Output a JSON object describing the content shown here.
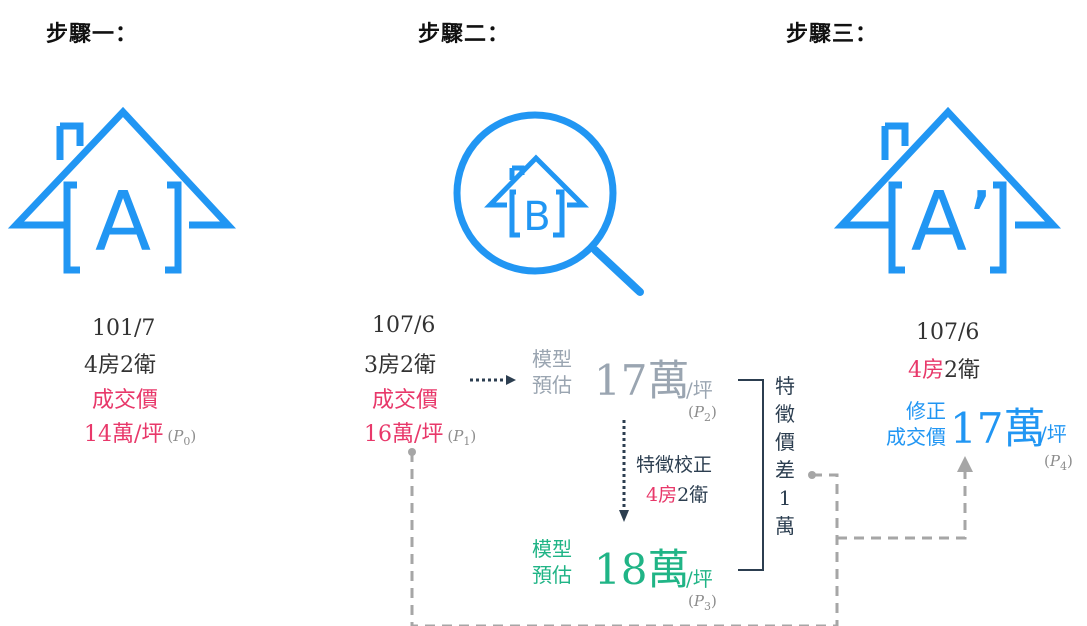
{
  "steps": {
    "one": "步驟一：",
    "two": "步驟二：",
    "three": "步驟三："
  },
  "house_a": {
    "letter": "A",
    "date": "101/7",
    "layout_num1": "4",
    "layout_room": "房",
    "layout_num2": "2",
    "layout_bath": "衛",
    "deal_label": "成交價",
    "price": "14萬/坪",
    "p_base": "P",
    "p_sub": "0"
  },
  "house_b": {
    "letter": "B",
    "date": "107/6",
    "layout": "3房2衛",
    "deal_label": "成交價",
    "price": "16萬/坪",
    "p_base": "P",
    "p_sub": "1"
  },
  "model_1": {
    "label_line1": "模型",
    "label_line2": "預估",
    "value": "17萬",
    "unit": "/坪",
    "p_base": "P",
    "p_sub": "2"
  },
  "calibration": {
    "label": "特徵校正",
    "num1": "4",
    "room": "房",
    "rest": "2衛"
  },
  "model_2": {
    "label_line1": "模型",
    "label_line2": "預估",
    "value": "18萬",
    "unit": "/坪",
    "p_base": "P",
    "p_sub": "3"
  },
  "feature_diff": [
    "特",
    "徵",
    "價",
    "差",
    "1",
    "萬"
  ],
  "house_a_prime": {
    "letter": "A’",
    "date": "107/6",
    "layout_num1": "4",
    "layout_room": "房",
    "layout_rest": "2衛",
    "label_line1": "修正",
    "label_line2": "成交價",
    "value": "17萬",
    "unit": "/坪",
    "p_base": "P",
    "p_sub": "4"
  },
  "colors": {
    "icon_blue": "#2196f3",
    "deal_red": "#e8386a",
    "model_gray": "#9aa5b1",
    "model_green": "#20b486",
    "arrow_navy": "#2c3e50",
    "dashed_gray": "#a6a6a6"
  },
  "icons": [
    "house-a-icon",
    "house-search-icon",
    "house-a-prime-icon"
  ]
}
